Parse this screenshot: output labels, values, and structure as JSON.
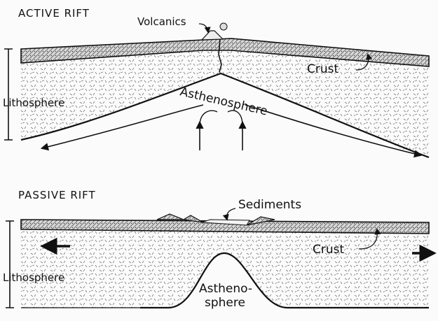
{
  "active_rift": {
    "title": "ACTIVE RIFT",
    "labels": {
      "volcanics": "Volcanics",
      "crust": "Crust",
      "lithosphere": "Lithosphere",
      "asthenosphere": "Asthenosphere"
    }
  },
  "passive_rift": {
    "title": "PASSIVE RIFT",
    "labels": {
      "sediments": "Sediments",
      "crust": "Crust",
      "lithosphere": "Lithosphere",
      "asthenosphere_line1": "Astheno-",
      "asthenosphere_line2": "sphere"
    }
  },
  "colors": {
    "ink": "#111111",
    "paper": "#fbfbfb"
  }
}
